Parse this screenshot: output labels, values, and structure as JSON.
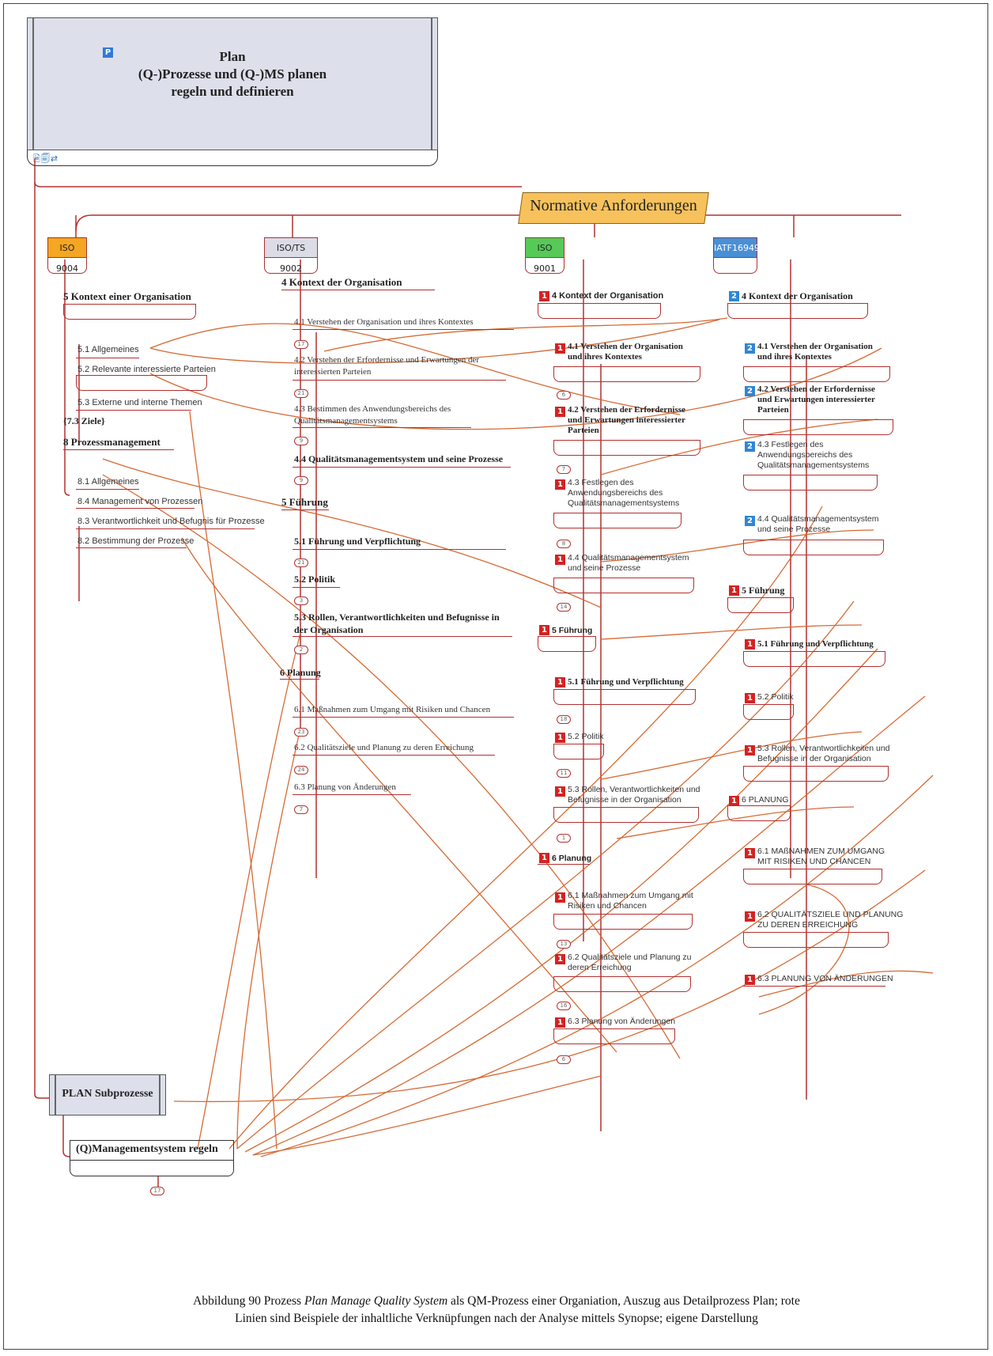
{
  "plan": {
    "badge": "P",
    "title": "Plan\n(Q-)Prozesse und (Q-)MS planen\nregeln und definieren",
    "foot_icons": "🗎🗐⇄"
  },
  "normative": "Normative Anforderungen",
  "standards": [
    "ISO 9004",
    "ISO/TS 9002",
    "ISO 9001",
    "IATF16949"
  ],
  "standard_colors": [
    "#f5a623",
    "#d9d9e6",
    "#57c957",
    "#4a8fd6"
  ],
  "iso9004": {
    "h1": "5 Kontext einer Organisation",
    "items1": [
      "5.1 Allgemeines",
      "5.2 Relevante interessierte Parteien",
      "5.3 Externe und interne Themen"
    ],
    "ziele": "{7.3 Ziele}",
    "h2": "8 Prozessmanagement",
    "items2": [
      "8.1 Allgemeines",
      "8.4 Management von Prozessen",
      "8.3 Verantwortlichkeit und Befugnis für Prozesse",
      "8.2 Bestimmung der Prozesse"
    ]
  },
  "iso9002": {
    "h1": "4 Kontext der Organisation",
    "items1": [
      "4.1 Verstehen der Organisation und ihres Kontextes",
      "4.2 Verstehen der Erfordernisse und Erwartungen der\ninteressierten Parteien",
      "4.3 Bestimmen des Anwendungsbereichs des\nQualitätsmanagementsystems",
      "4.4 Qualitätsmanagementsystem und seine Prozesse"
    ],
    "h2": "5 Führung",
    "items2": [
      "5.1 Führung und Verpflichtung",
      "5.2 Politik",
      "5.3 Rollen, Verantwortlichkeiten und Befugnisse in\nder Organisation"
    ],
    "h3": "6 Planung",
    "items3": [
      "6.1 Maßnahmen zum Umgang mit Risiken und Chancen",
      "6.2 Qualitätsziele und Planung zu deren Erreichung",
      "6.3 Planung von Änderungen"
    ],
    "counts": [
      "17",
      "21",
      "9",
      "9",
      "21",
      "3",
      "2",
      "23",
      "24",
      "7"
    ]
  },
  "iso9001": {
    "h1": "4 Kontext der Organisation",
    "items1": [
      "4.1 Verstehen der Organisation\nund ihres Kontextes",
      "4.2 Verstehen der Erfordernisse\nund Erwartungen interessierter\nParteien",
      "4.3 Festlegen des\nAnwendungsbereichs des\nQualitätsmanagementsystems",
      "4.4 Qualitätsmanagementsystem\nund seine Prozesse"
    ],
    "h2": "5 Führung",
    "items2": [
      "5.1 Führung und Verpflichtung",
      "5.2 Politik",
      "5.3 Rollen, Verantwortlichkeiten und\nBefugnisse in der Organisation"
    ],
    "h3": "6 Planung",
    "items3": [
      "6.1 Maßnahmen zum Umgang mit\nRisiken und Chancen",
      "6.2 Qualitätsziele und Planung zu\nderen Erreichung",
      "6.3 Planung von Änderungen"
    ],
    "counts": [
      "6",
      "7",
      "8",
      "14",
      "18",
      "11",
      "1",
      "13",
      "16",
      "6"
    ],
    "badge": "1"
  },
  "iatf": {
    "h1": "4 Kontext der Organisation",
    "items1": [
      "4.1 Verstehen der Organisation\nund ihres Kontextes",
      "4.2 Verstehen der Erfordernisse\nund Erwartungen interessierter\nParteien",
      "4.3 Festlegen des\nAnwendungsbereichs des\nQualitätsmanagementsystems",
      "4.4 Qualitätsmanagementsystem\nund seine Prozesse"
    ],
    "h2": "5 Führung",
    "items2": [
      "5.1 Führung und Verpflichtung",
      "5.2 Politik",
      "5.3 Rollen, Verantwortlichkeiten und\nBefugnisse in der Organisation"
    ],
    "h3": "6 PLANUNG",
    "items3": [
      "6.1 MAßNAHMEN ZUM UMGANG\nMIT RISIKEN UND CHANCEN",
      "6.2 QUALITÄTSZIELE UND PLANUNG\nZU DEREN ERREICHUNG",
      "6.3 PLANUNG VON ÄNDERUNGEN"
    ],
    "badge_blue": "2",
    "badge_red": "1"
  },
  "plan_sub": "PLAN Subprozesse",
  "qm": "(Q)Managementsystem regeln",
  "qm_count": "17",
  "caption_line1_pre": "Abbildung 90 Prozess ",
  "caption_line1_italic": "Plan Manage Quality System",
  "caption_line1_post": " als QM-Prozess einer Organiation, Auszug aus Detailprozess Plan; rote",
  "caption_line2": "Linien sind Beispiele der inhaltliche Verknüpfungen nach der Analyse mittels Synopse; eigene Darstellung"
}
